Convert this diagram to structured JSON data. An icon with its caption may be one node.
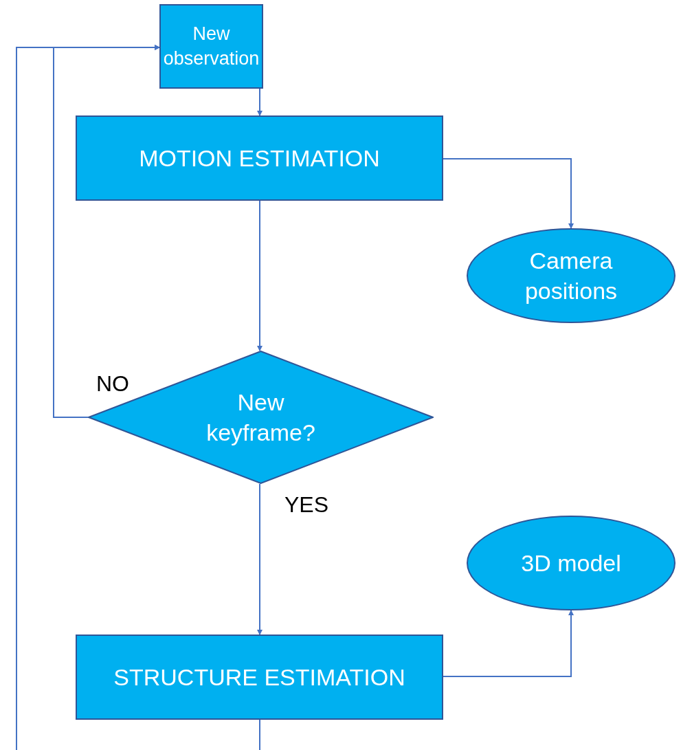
{
  "diagram": {
    "nodes": [
      {
        "text": [
          "New observation"
        ]
      },
      {
        "text": [
          "MOTION ESTIMATION"
        ]
      },
      {
        "text": [
          "Camera positions"
        ]
      },
      {
        "text": [
          "New keyframe?"
        ]
      },
      {
        "text": [
          "3D model"
        ]
      },
      {
        "text": [
          "STRUCTURE ESTIMATION"
        ]
      }
    ],
    "edges": [
      {
        "from": 0,
        "to": 1,
        "arrow": "to"
      },
      {
        "from": 1,
        "to": 2,
        "arrow": "to"
      },
      {
        "from": 1,
        "to": 3,
        "arrow": "to"
      },
      {
        "from": 3,
        "to": 0,
        "arrow": "to",
        "label": "NO"
      },
      {
        "from": 3,
        "to": 5,
        "arrow": "to",
        "label": "YES"
      },
      {
        "from": 5,
        "to": 4,
        "arrow": "to"
      },
      {
        "from": 5,
        "to": 0,
        "arrow": "to"
      }
    ]
  }
}
